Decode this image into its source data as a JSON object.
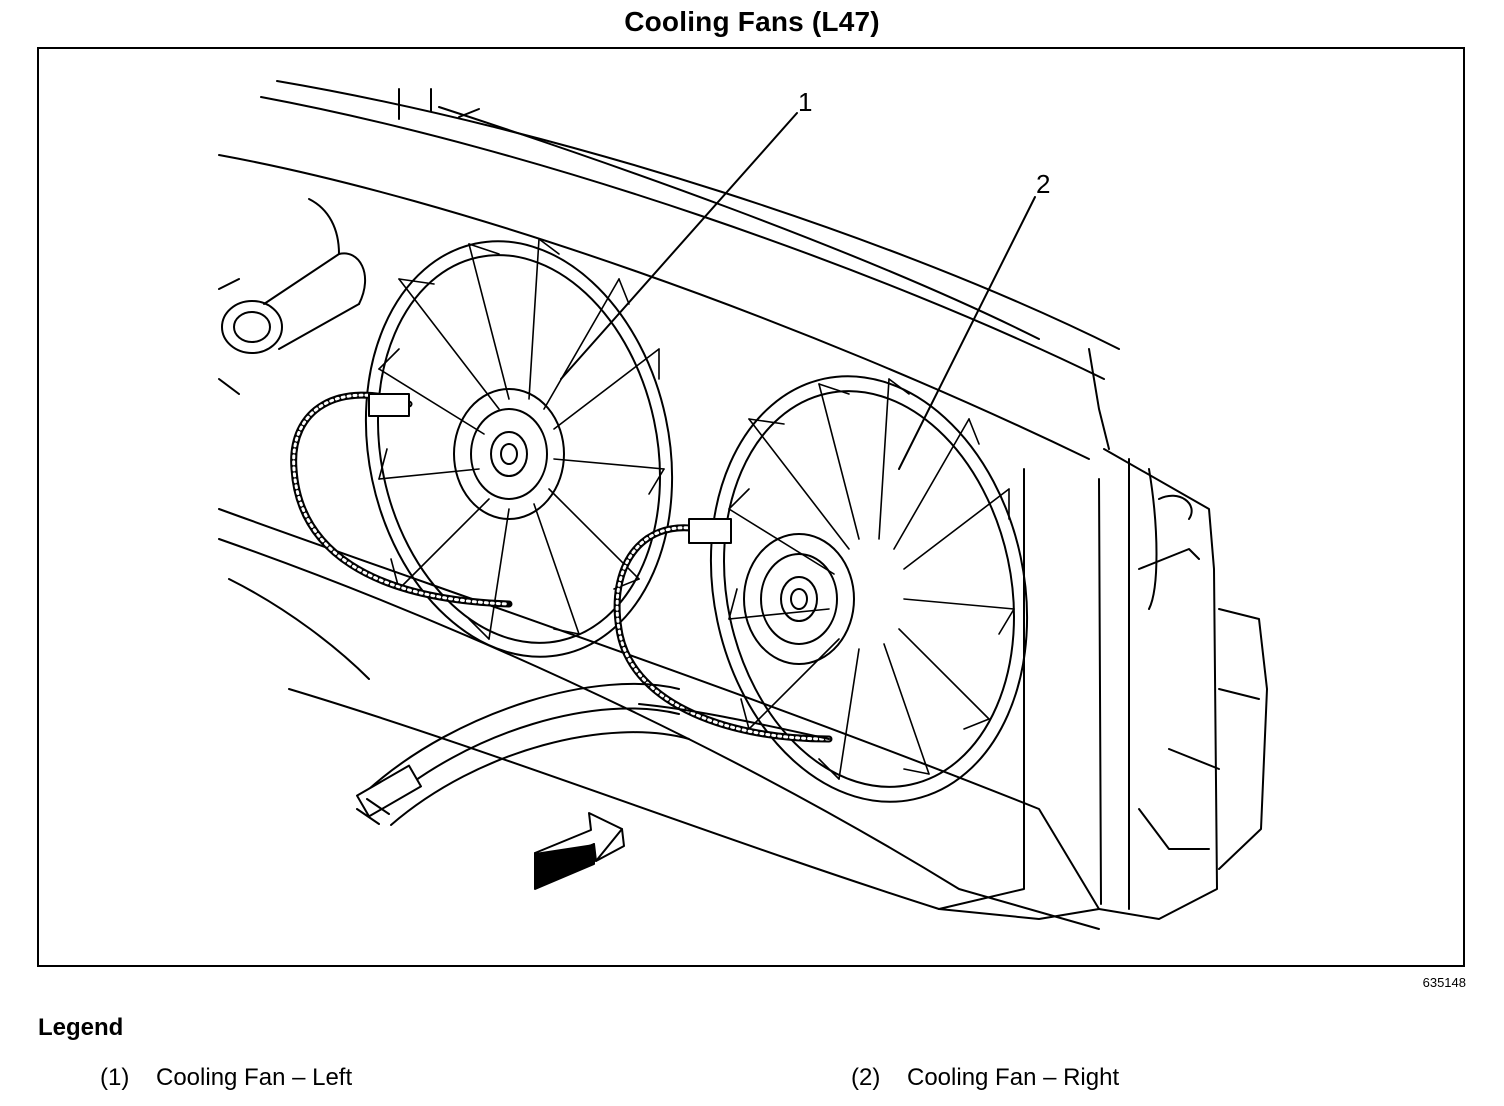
{
  "title": "Cooling Fans (L47)",
  "figure_number": "635148",
  "callouts": [
    "1",
    "2"
  ],
  "legend": {
    "heading": "Legend",
    "items": [
      {
        "number": "(1)",
        "label": "Cooling Fan – Left"
      },
      {
        "number": "(2)",
        "label": "Cooling Fan – Right"
      }
    ]
  },
  "icons": [
    "airflow-arrow-icon"
  ]
}
